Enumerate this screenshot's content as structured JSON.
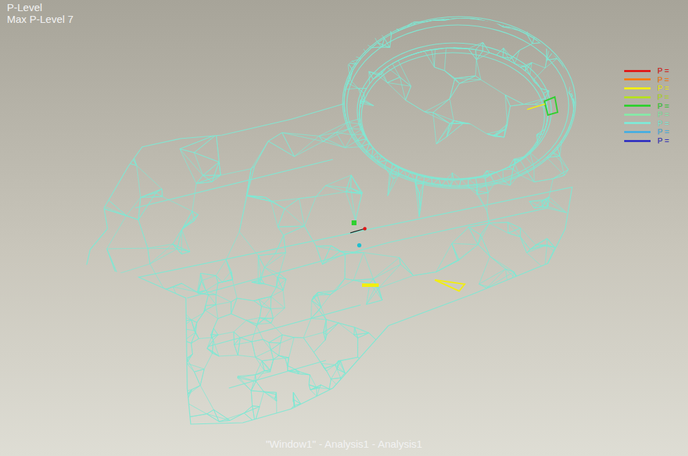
{
  "diagram": {
    "title": "P-Level",
    "caption": "\"Window1\" - Analysis1 - Analysis1",
    "labels": [
      "Max P-Level 7"
    ],
    "legend": [
      {
        "text": "P =",
        "color": "#e01818"
      },
      {
        "text": "P =",
        "color": "#ff7a10"
      },
      {
        "text": "P =",
        "color": "#f2ee10"
      },
      {
        "text": "P =",
        "color": "#b6e020"
      },
      {
        "text": "P =",
        "color": "#30d030"
      },
      {
        "text": "P =",
        "color": "#86e8a8"
      },
      {
        "text": "P =",
        "color": "#80e8d6"
      },
      {
        "text": "P =",
        "color": "#48aee0"
      },
      {
        "text": "P =",
        "color": "#3434c0"
      }
    ]
  }
}
